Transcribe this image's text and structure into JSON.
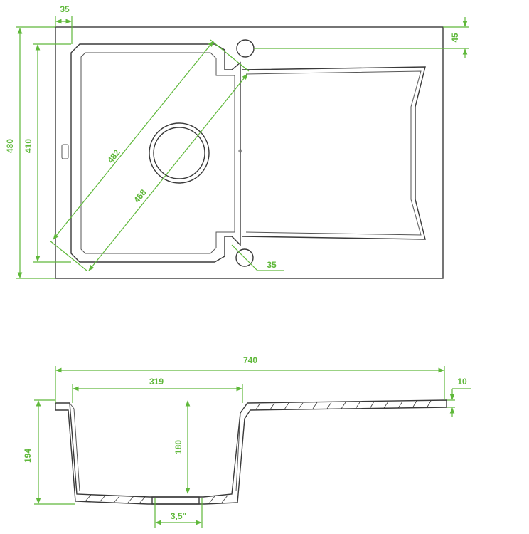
{
  "top_view": {
    "dimensions": {
      "overall_height": "480",
      "bowl_height": "410",
      "rim_offset": "35",
      "tap_hole_offset": "45",
      "diagonal_outer": "482",
      "diagonal_inner": "468",
      "tap_hole_diameter": "35"
    }
  },
  "section_view": {
    "dimensions": {
      "overall_width": "740",
      "bowl_width": "319",
      "rim_thickness": "10",
      "bowl_depth": "180",
      "overall_depth": "194",
      "drain_size": "3,5\""
    }
  },
  "colors": {
    "dimension": "#5fb83a",
    "outline": "#3a3a3a"
  }
}
